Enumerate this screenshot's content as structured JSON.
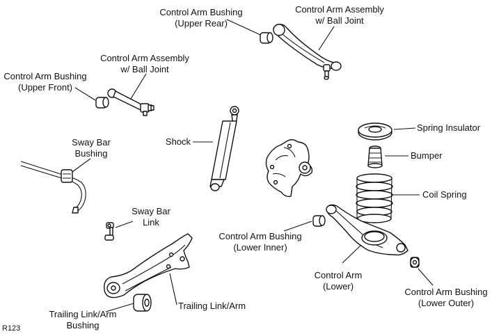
{
  "diagram_code": "R123",
  "labels": {
    "control_arm_bushing_upper_rear": [
      "Control Arm Bushing",
      "(Upper Rear)"
    ],
    "control_arm_assembly_upper_rear": [
      "Control Arm Assembly",
      "w/ Ball Joint"
    ],
    "control_arm_assembly_upper_front": [
      "Control Arm Assembly",
      "w/ Ball Joint"
    ],
    "control_arm_bushing_upper_front": [
      "Control Arm Bushing",
      "(Upper Front)"
    ],
    "sway_bar_bushing": [
      "Sway Bar",
      "Bushing"
    ],
    "shock": [
      "Shock"
    ],
    "spring_insulator": [
      "Spring Insulator"
    ],
    "bumper": [
      "Bumper"
    ],
    "coil_spring": [
      "Coil Spring"
    ],
    "sway_bar_link": [
      "Sway Bar",
      "Link"
    ],
    "control_arm_bushing_lower_inner": [
      "Control Arm Bushing",
      "(Lower Inner)"
    ],
    "control_arm_lower": [
      "Control Arm",
      "(Lower)"
    ],
    "control_arm_bushing_lower_outer": [
      "Control Arm Bushing",
      "(Lower Outer)"
    ],
    "trailing_link_arm_bushing": [
      "Trailing Link/Arm",
      "Bushing"
    ],
    "trailing_link_arm": [
      "Trailing Link/Arm"
    ]
  }
}
